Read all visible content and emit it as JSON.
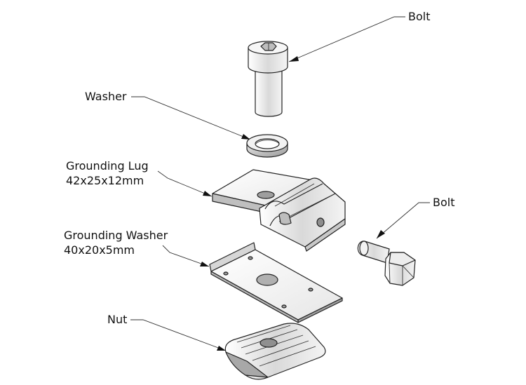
{
  "labels": {
    "bolt_top": "Bolt",
    "washer": "Washer",
    "grounding_lug_line1": "Grounding Lug",
    "grounding_lug_line2": "42x25x12mm",
    "bolt_right": "Bolt",
    "grounding_washer_line1": "Grounding Washer",
    "grounding_washer_line2": "40x20x5mm",
    "nut": "Nut"
  }
}
